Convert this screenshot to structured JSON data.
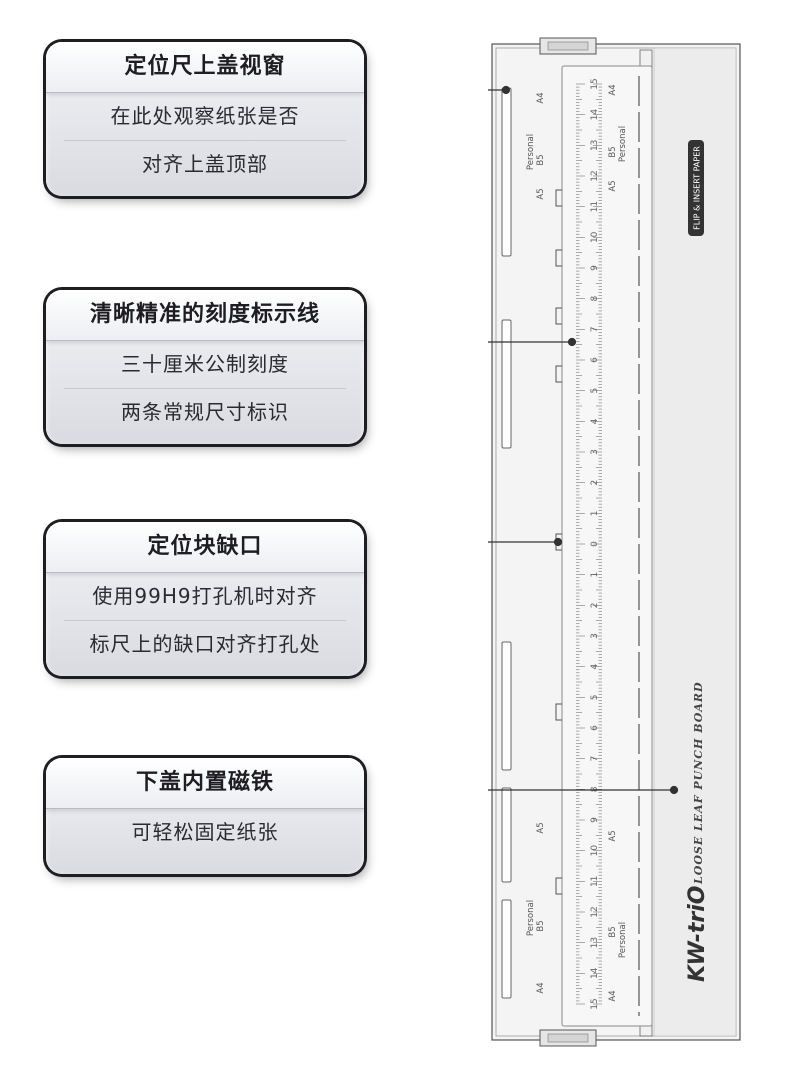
{
  "cards": [
    {
      "title": "定位尺上盖视窗",
      "lines": [
        "在此处观察纸张是否",
        "对齐上盖顶部"
      ]
    },
    {
      "title": "清晰精准的刻度标示线",
      "lines": [
        "三十厘米公制刻度",
        "两条常规尺寸标识"
      ]
    },
    {
      "title": "定位块缺口",
      "lines": [
        "使用99H9打孔机时对齐",
        "标尺上的缺口对齐打孔处"
      ]
    },
    {
      "title": "下盖内置磁铁",
      "lines": [
        "可轻松固定纸张"
      ]
    }
  ],
  "product": {
    "brand": "KW-triO",
    "model_text": "LOOSE LEAF PUNCH BOARD",
    "badge_text": "FLIP & INSERT PAPER",
    "size_labels": {
      "a4": "A4",
      "a5": "A5",
      "b5": "B5",
      "personal": "Personal"
    },
    "scale_numbers": [
      "15",
      "14",
      "13",
      "12",
      "11",
      "10",
      "9",
      "8",
      "7",
      "6",
      "5",
      "4",
      "3",
      "2",
      "1",
      "0",
      "1",
      "2",
      "3",
      "4",
      "5",
      "6",
      "7",
      "8",
      "9",
      "10",
      "11",
      "12",
      "13",
      "14",
      "15"
    ]
  },
  "colors": {
    "card_border": "#1d1d22",
    "card_bg": "#e4e5ea",
    "line": "#333333"
  }
}
